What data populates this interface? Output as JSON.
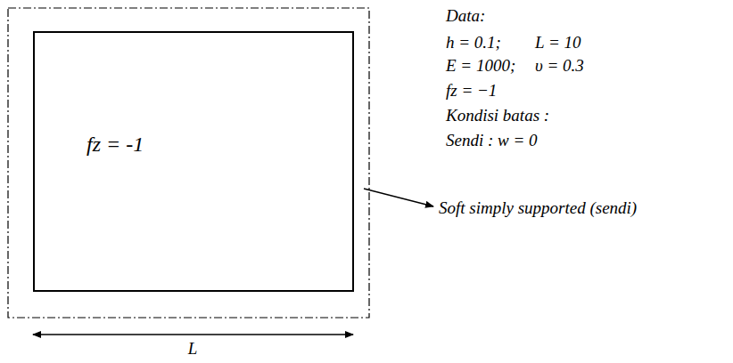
{
  "diagram": {
    "nodes": [
      {
        "text": [
          "fz = -1"
        ]
      }
    ],
    "labels": [
      "Data:",
      "h = 0.1;",
      "L = 10",
      "E = 1000;",
      "υ = 0.3",
      "fz = −1",
      "Kondisi batas :",
      "Sendi : w = 0",
      "Soft simply supported (sendi)",
      "L"
    ]
  }
}
